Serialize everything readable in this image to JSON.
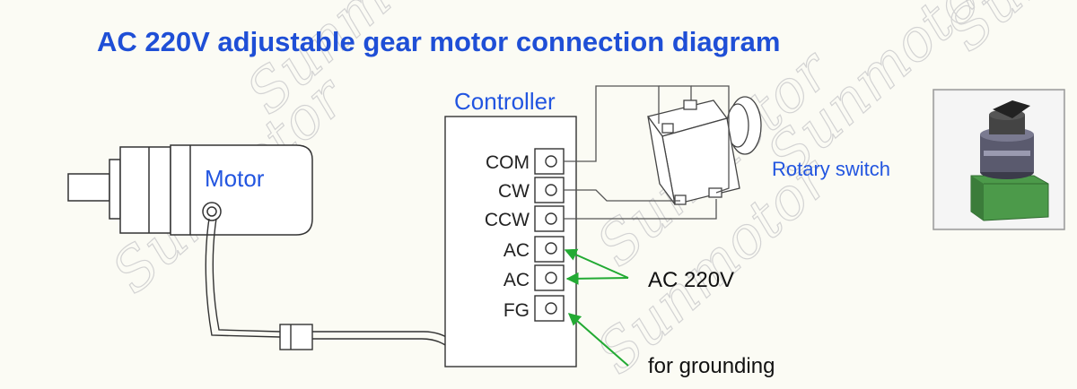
{
  "title": "AC 220V adjustable gear motor connection diagram",
  "labels": {
    "motor": "Motor",
    "controller": "Controller",
    "rotary_switch": "Rotary switch",
    "ac_supply": "AC 220V",
    "grounding": "for grounding"
  },
  "terminals": [
    "COM",
    "CW",
    "CCW",
    "AC",
    "AC",
    "FG"
  ],
  "watermark": "Sunmotor",
  "colors": {
    "title": "#1f4fd6",
    "label_blue": "#2255e0",
    "arrow_green": "#22aa33",
    "line": "#444444"
  }
}
